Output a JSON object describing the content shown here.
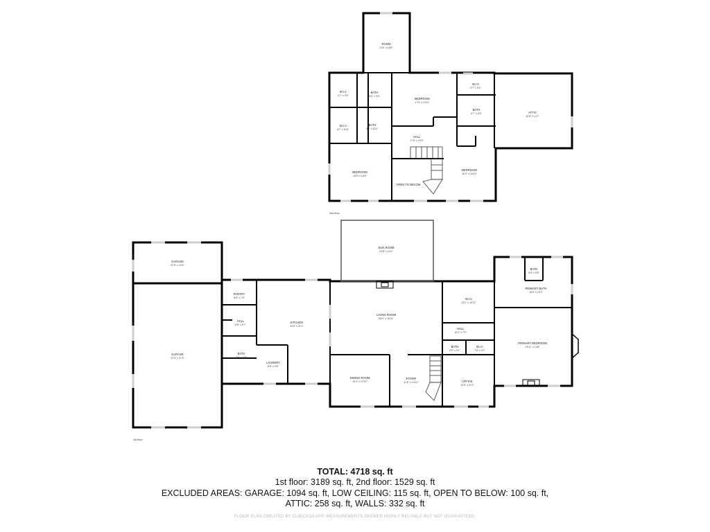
{
  "floors": {
    "second": {
      "label": "2nd floor",
      "rooms": [
        {
          "name": "ROOM",
          "dims": "11'5\" x 15'8\""
        },
        {
          "name": "W.I.C",
          "dims": "6'7\" x 9'5\""
        },
        {
          "name": "BATH",
          "dims": "8'6\" x 9'5\""
        },
        {
          "name": "BEDROOM",
          "dims": "17'5\" x 13'11\""
        },
        {
          "name": "W.I.C",
          "dims": "9'7\" x 5'4\""
        },
        {
          "name": "BATH",
          "dims": "9'7\" x 8'5\""
        },
        {
          "name": "ATTIC",
          "dims": "15'8\" x 14'7\""
        },
        {
          "name": "W.I.C",
          "dims": "6'7\" x 8'11\""
        },
        {
          "name": "BATH",
          "dims": "8'6\" x 8'11\""
        },
        {
          "name": "HALL",
          "dims": "17'5\" x 13'3\""
        },
        {
          "name": "BEDROOM",
          "dims": "15'5\" x 14'8\""
        },
        {
          "name": "OPEN TO BELOW",
          "dims": ""
        },
        {
          "name": "BEDROOM",
          "dims": "16'4\" x 18'10\""
        }
      ]
    },
    "first": {
      "label": "1st floor",
      "rooms": [
        {
          "name": "GARAGE",
          "dims": "22'9\" x 10'4\""
        },
        {
          "name": "GARAGE",
          "dims": "22'9\" x 37'6\""
        },
        {
          "name": "PANTRY",
          "dims": "8'6\" x 7'9\""
        },
        {
          "name": "HALL",
          "dims": "8'6\" x 6'7\""
        },
        {
          "name": "BATH",
          "dims": "8'6\" x 7'5\""
        },
        {
          "name": "KITCHEN",
          "dims": "14'5\" x 21'1\""
        },
        {
          "name": "LAUNDRY",
          "dims": "8'5\" x 9'8\""
        },
        {
          "name": "SUN ROOM",
          "dims": "23'8\" x 15'4\""
        },
        {
          "name": "LIVING ROOM",
          "dims": "28'4\" x 18'11\""
        },
        {
          "name": "DINING ROOM",
          "dims": "15'3\" x 13'10\""
        },
        {
          "name": "FOYER",
          "dims": "11'8\" x 13'10\""
        },
        {
          "name": "W.I.C",
          "dims": "13'2\" x 10'11\""
        },
        {
          "name": "HALL",
          "dims": "10'2\" x 7'9\""
        },
        {
          "name": "BATH",
          "dims": "5'5\" x 5'1\""
        },
        {
          "name": "W.I.C",
          "dims": "7'8\" x 5'2\""
        },
        {
          "name": "OFFICE",
          "dims": "10'5\" x 12'2\""
        },
        {
          "name": "BATH",
          "dims": "6'9\" x 5'6\""
        },
        {
          "name": "PRIMARY BATH",
          "dims": "19'0\" x 13'2\""
        },
        {
          "name": "PRIMARY BEDROOM",
          "dims": "23'11\" x 19'8\""
        }
      ]
    }
  },
  "summary": {
    "total": "TOTAL: 4718 sq. ft",
    "line1": "1st floor: 3189 sq. ft, 2nd floor: 1529 sq. ft",
    "line2": "EXCLUDED AREAS: GARAGE: 1094 sq. ft, LOW CEILING: 115 sq. ft, OPEN TO BELOW: 100 sq. ft,",
    "line3": "ATTIC: 258 sq. ft, WALLS: 332 sq. ft",
    "disclaimer": "FLOOR PLAN CREATED BY CUBICASA APP. MEASUREMENTS DEEMED HIGHLY RELIABLE BUT NOT GUARANTEED."
  }
}
